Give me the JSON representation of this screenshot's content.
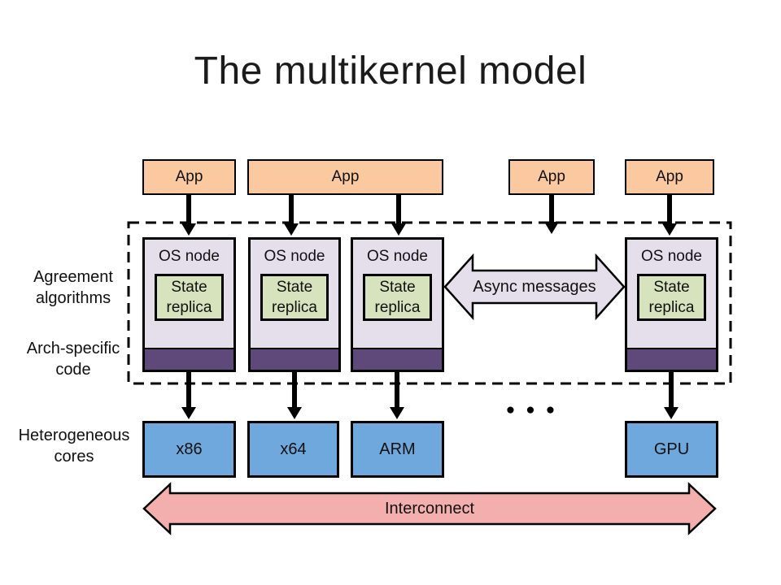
{
  "slide": {
    "title": "The multikernel model",
    "background": "#FFFFFF"
  },
  "side_labels": {
    "agreement": {
      "line1": "Agreement",
      "line2": "algorithms"
    },
    "arch_specific": {
      "line1": "Arch-specific",
      "line2": "code"
    },
    "heterogeneous": {
      "line1": "Heterogeneous",
      "line2": "cores"
    }
  },
  "apps": [
    {
      "label": "App"
    },
    {
      "label": "App"
    },
    {
      "label": "App"
    },
    {
      "label": "App"
    }
  ],
  "os_nodes": [
    {
      "label": "OS node",
      "state": {
        "line1": "State",
        "line2": "replica"
      }
    },
    {
      "label": "OS node",
      "state": {
        "line1": "State",
        "line2": "replica"
      }
    },
    {
      "label": "OS node",
      "state": {
        "line1": "State",
        "line2": "replica"
      }
    },
    {
      "label": "OS node",
      "state": {
        "line1": "State",
        "line2": "replica"
      }
    }
  ],
  "cores": [
    {
      "label": "x86"
    },
    {
      "label": "x64"
    },
    {
      "label": "ARM"
    },
    {
      "label": "GPU"
    }
  ],
  "messaging": {
    "async_label": "Async messages",
    "interconnect_label": "Interconnect",
    "ellipsis": "●●●"
  },
  "colors": {
    "app_fill": "#FAC9A0",
    "os_node_fill": "#E5DFEC",
    "state_replica_fill": "#D6E3BC",
    "arch_code_fill": "#5F497A",
    "core_fill": "#6FA8DC",
    "async_arrow_fill": "#E5DFEC",
    "interconnect_fill": "#F3AFAD",
    "outline": "#000000"
  }
}
